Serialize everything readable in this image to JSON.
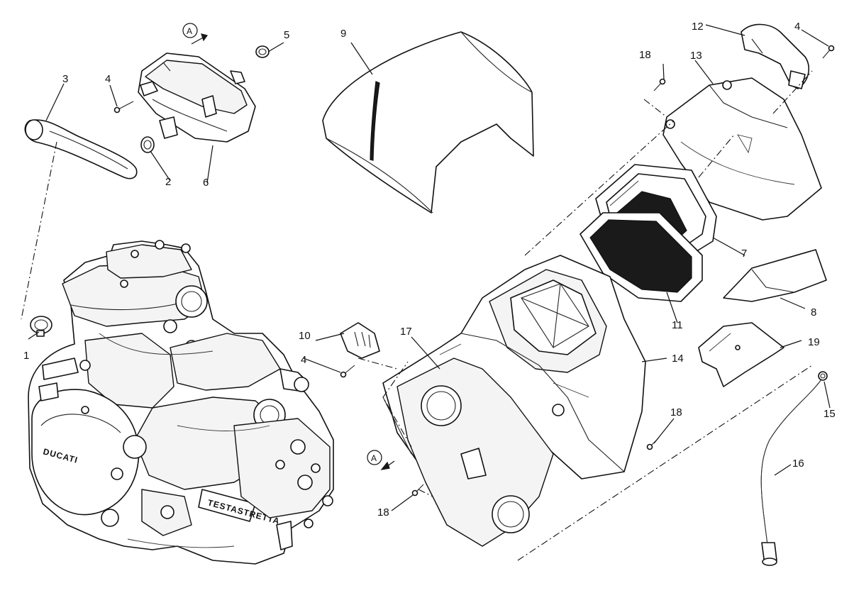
{
  "diagram": {
    "reference_letter": "A",
    "callouts": [
      {
        "id": "c1",
        "label": "1"
      },
      {
        "id": "c2",
        "label": "2"
      },
      {
        "id": "c3",
        "label": "3"
      },
      {
        "id": "c4a",
        "label": "4"
      },
      {
        "id": "c4b",
        "label": "4"
      },
      {
        "id": "c4c",
        "label": "4"
      },
      {
        "id": "c5",
        "label": "5"
      },
      {
        "id": "c6",
        "label": "6"
      },
      {
        "id": "c7",
        "label": "7"
      },
      {
        "id": "c8",
        "label": "8"
      },
      {
        "id": "c9",
        "label": "9"
      },
      {
        "id": "c10",
        "label": "10"
      },
      {
        "id": "c11",
        "label": "11"
      },
      {
        "id": "c12",
        "label": "12"
      },
      {
        "id": "c13",
        "label": "13"
      },
      {
        "id": "c14",
        "label": "14"
      },
      {
        "id": "c15",
        "label": "15"
      },
      {
        "id": "c16",
        "label": "16"
      },
      {
        "id": "c17",
        "label": "17"
      },
      {
        "id": "c18a",
        "label": "18"
      },
      {
        "id": "c18b",
        "label": "18"
      },
      {
        "id": "c18c",
        "label": "18"
      },
      {
        "id": "c19",
        "label": "19"
      }
    ],
    "engine_brand": "DUCATI",
    "engine_badge": "TESTASTRETTA"
  }
}
